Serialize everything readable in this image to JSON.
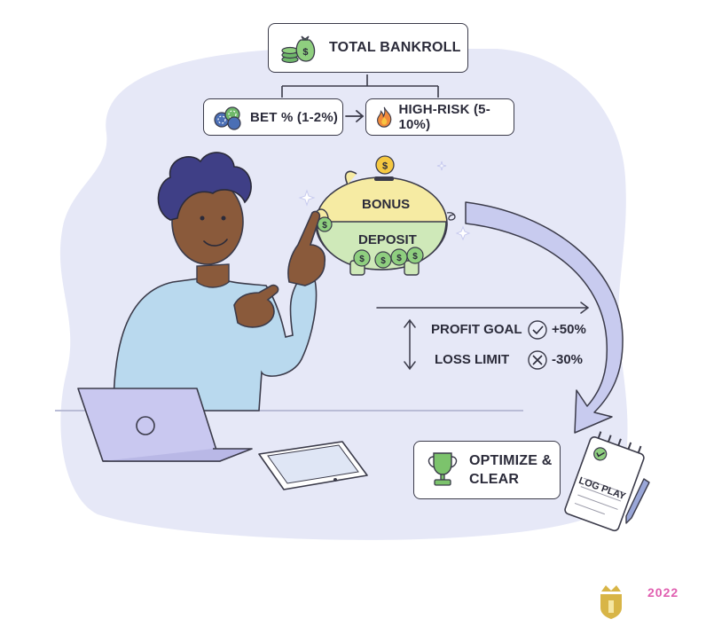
{
  "bankroll": {
    "label": "TOTAL BANKROLL"
  },
  "bet": {
    "label": "BET % (1-2%)"
  },
  "high_risk": {
    "label": "HIGH-RISK (5-10%)"
  },
  "piggy": {
    "top_label": "BONUS",
    "bottom_label": "DEPOSIT"
  },
  "limits": {
    "profit_label": "PROFIT GOAL",
    "profit_value": "+50%",
    "loss_label": "LOSS LIMIT",
    "loss_value": "-30%"
  },
  "optimize": {
    "line1": "OPTIMIZE &",
    "line2": "CLEAR"
  },
  "notepad": {
    "label": "LOG PLAY"
  },
  "watermark": {
    "year": "2022"
  },
  "colors": {
    "background_blob": "#e6e8f7",
    "outline": "#3b3b4a",
    "bonus_band": "#f6eba3",
    "deposit_band": "#cfe9b9",
    "coin_gold": "#f5c842",
    "coin_green": "#6fb86a",
    "shirt": "#b9d9ee",
    "laptop": "#c9c8f0",
    "arrow": "#c8cbef",
    "trophy": "#7cc36c"
  }
}
